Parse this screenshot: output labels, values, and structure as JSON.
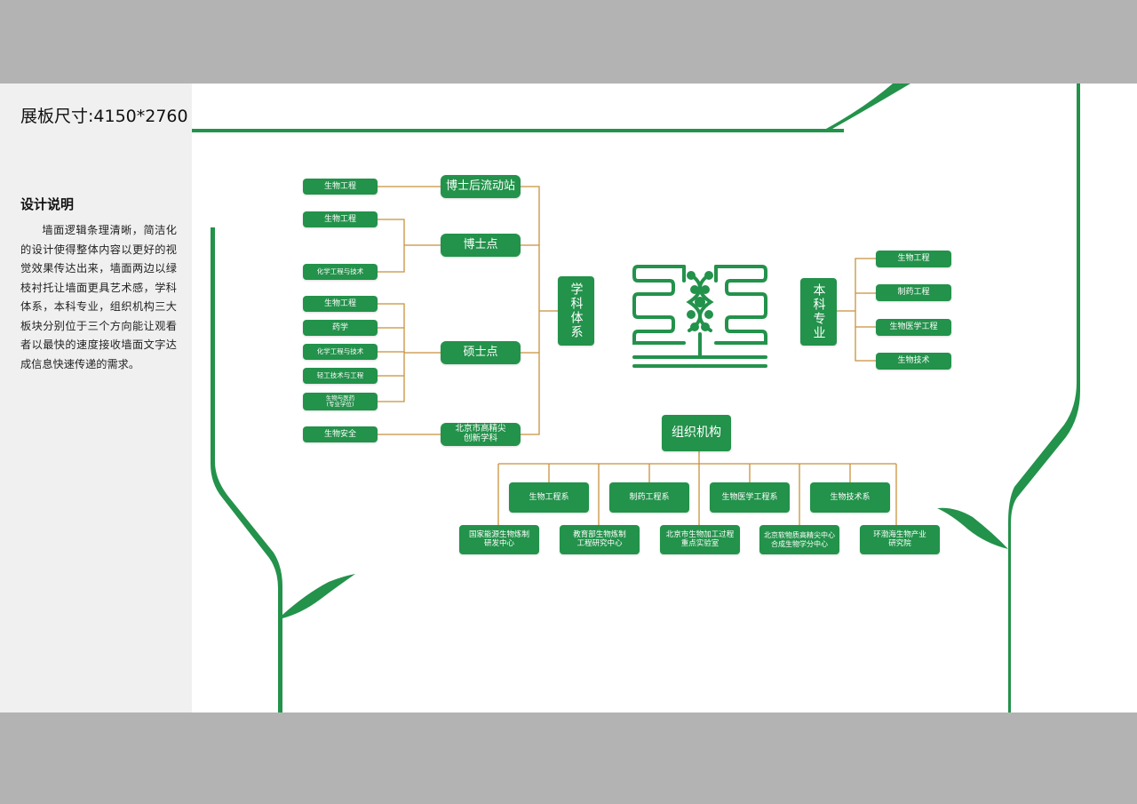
{
  "panel": {
    "size_label": "展板尺寸:4150*2760",
    "design_title": "设计说明",
    "design_text": "墙面逻辑条理清晰，简洁化的设计使得整体内容以更好的视觉效果传达出来，墙面两边以绿枝衬托让墙面更具艺术感，学科体系，本科专业，组织机构三大板块分别位于三个方向能让观看者以最快的速度接收墙面文字达成信息快速传递的需求。"
  },
  "colors": {
    "brand_green": "#23924b",
    "connector": "#c8913c",
    "frame_gray": "#b4b3b4",
    "side_panel": "#f0f0f0"
  },
  "discipline": {
    "title": "学科体系",
    "postdoc": {
      "label": "博士后流动站",
      "items": [
        "生物工程"
      ]
    },
    "phd": {
      "label": "博士点",
      "items": [
        "生物工程",
        "化学工程与技术"
      ]
    },
    "masters": {
      "label": "硕士点",
      "items": [
        "生物工程",
        "药学",
        "化学工程与技术",
        "轻工技术与工程",
        "生物与医药",
        "(专业学位)"
      ]
    },
    "beijing": {
      "label_line1": "北京市高精尖",
      "label_line2": "创新学科",
      "items": [
        "生物安全"
      ]
    }
  },
  "undergrad": {
    "title": "本科专业",
    "items": [
      "生物工程",
      "制药工程",
      "生物医学工程",
      "生物技术"
    ]
  },
  "organization": {
    "title": "组织机构",
    "departments": [
      "生物工程系",
      "制药工程系",
      "生物医学工程系",
      "生物技术系"
    ],
    "centers": [
      {
        "line1": "国家能源生物炼制",
        "line2": "研发中心"
      },
      {
        "line1": "教育部生物炼制",
        "line2": "工程研究中心"
      },
      {
        "line1": "北京市生物加工过程",
        "line2": "重点实验室"
      },
      {
        "line1": "北京软物质高精尖中心",
        "line2": "合成生物学分中心"
      },
      {
        "line1": "环渤海生物产业",
        "line2": "研究院"
      }
    ]
  },
  "logo": {
    "name": "dna-emblem-icon"
  }
}
